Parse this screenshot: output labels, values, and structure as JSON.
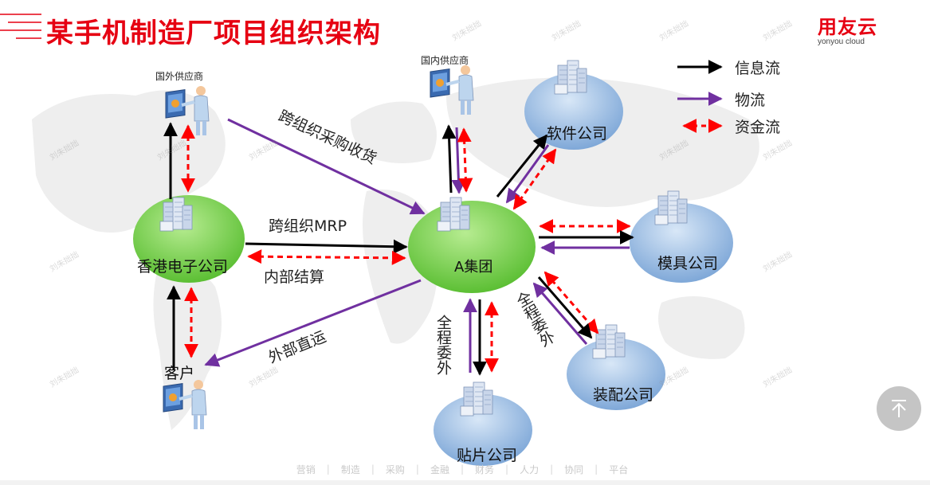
{
  "title": "某手机制造厂项目组织架构",
  "logo": {
    "main": "用友云",
    "sub": "yonyou cloud"
  },
  "legend": {
    "info_flow": "信息流",
    "material_flow": "物流",
    "fund_flow": "资金流"
  },
  "colors": {
    "info_flow": "#000000",
    "material_flow": "#7030a0",
    "fund_flow": "#ff0000",
    "title_red": "#e60012",
    "node_green": "#7fd15a",
    "node_blue": "#8db4e2"
  },
  "nodes": {
    "foreign_supplier": "国外供应商",
    "domestic_supplier": "国内供应商",
    "hk_company": "香港电子公司",
    "a_group": "A集团",
    "software_company": "软件公司",
    "mold_company": "模具公司",
    "assembly_company": "装配公司",
    "smt_company": "贴片公司",
    "customer": "客户"
  },
  "labels": {
    "cross_org_purchase": "跨组织采购收货",
    "cross_org_mrp": "跨组织MRP",
    "internal_settlement": "内部结算",
    "external_direct_ship": "外部直运",
    "full_outsource_1": "全程委外",
    "full_outsource_2": "全程委外"
  },
  "watermark": "刘朱拙拙",
  "bottom_nav": [
    "营销",
    "制造",
    "采购",
    "金融",
    "财务",
    "人力",
    "协同",
    "平台"
  ]
}
